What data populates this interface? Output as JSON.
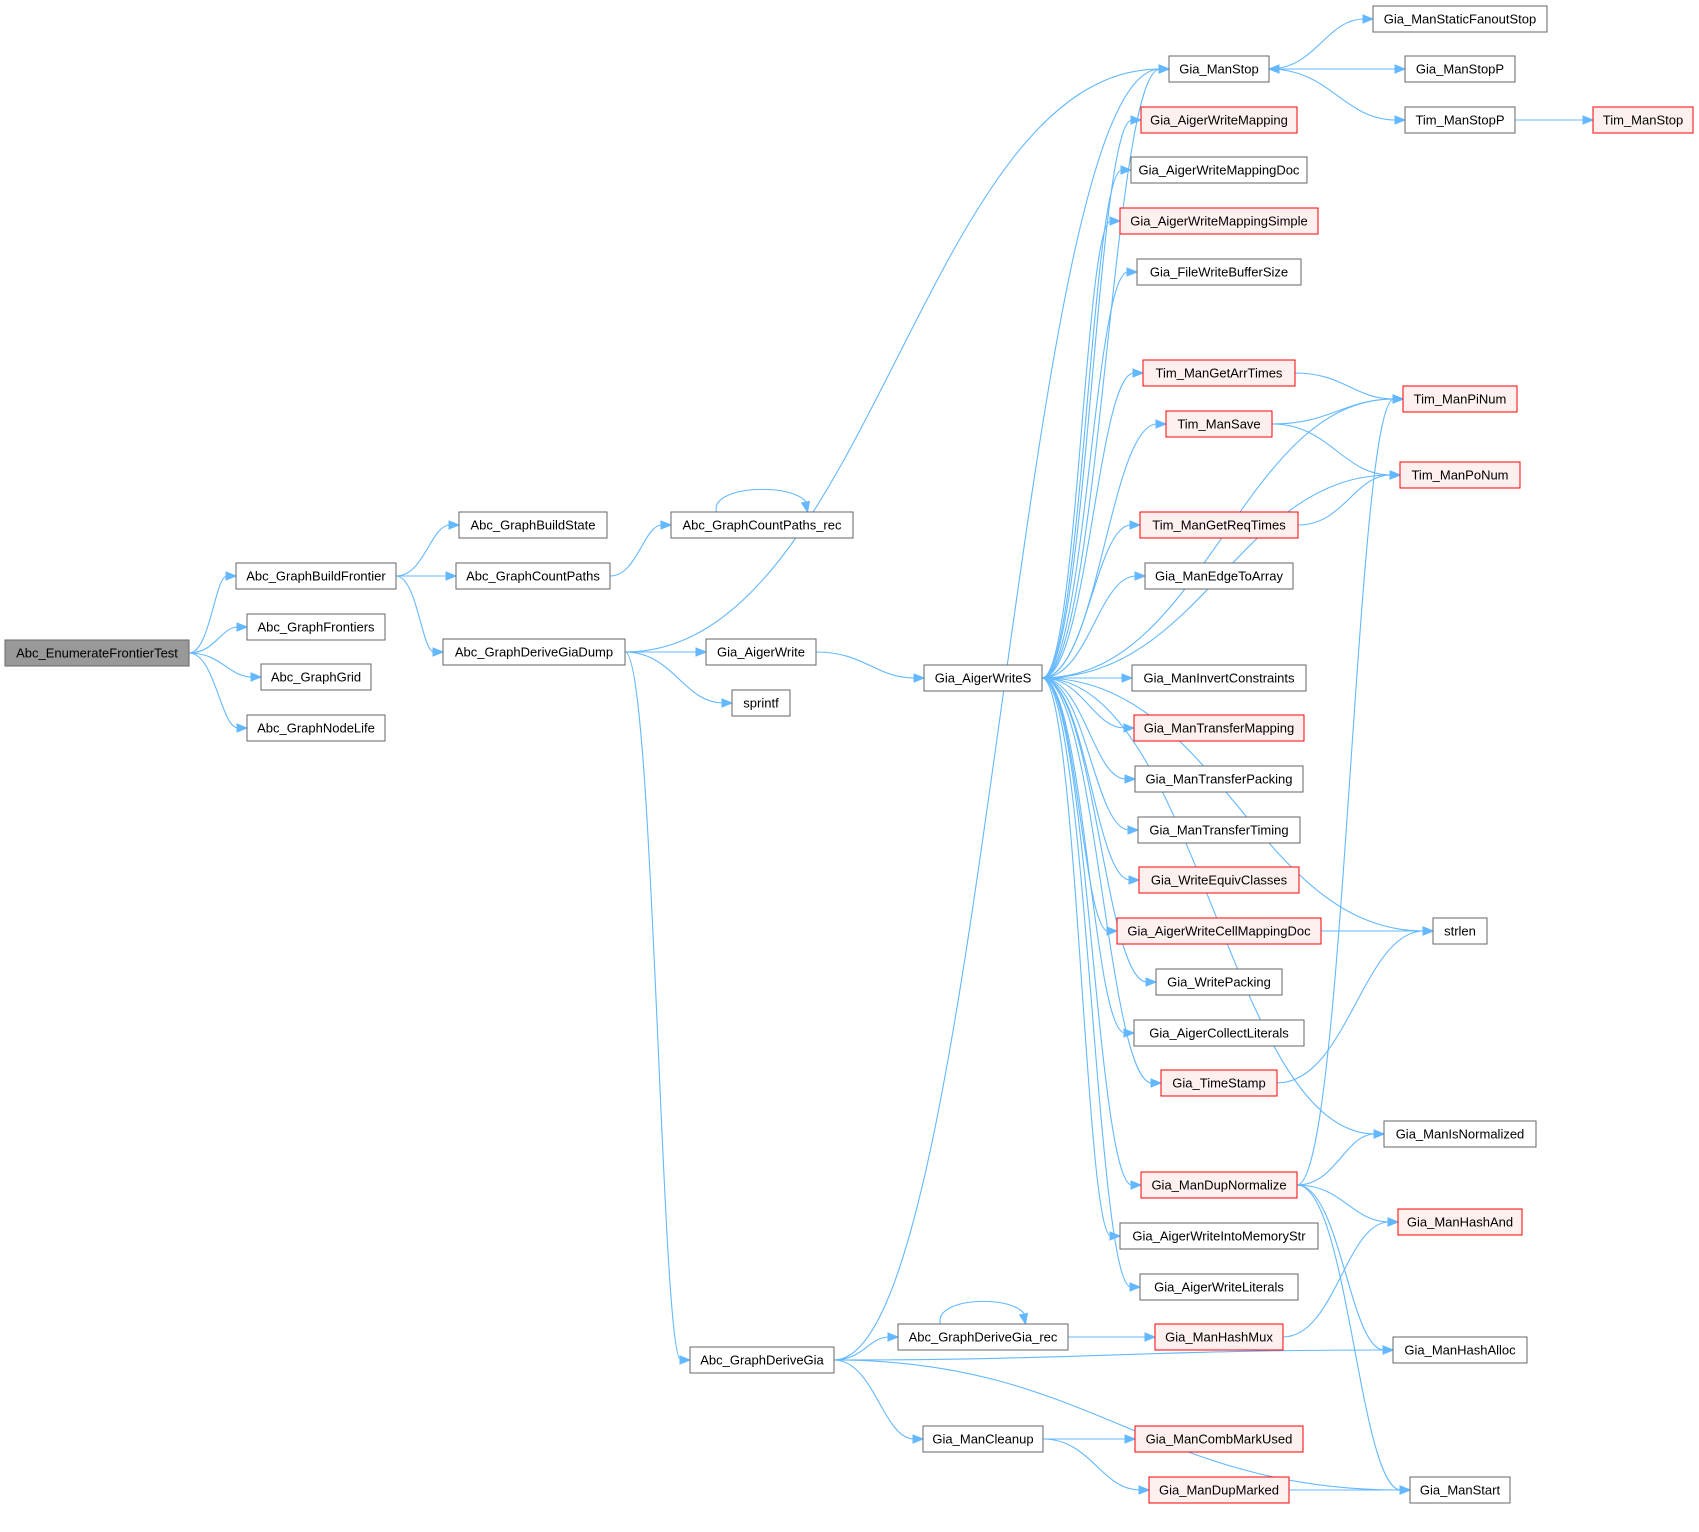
{
  "colors": {
    "edge": "#63b8ff",
    "node_border": "#666666",
    "node_border_red": "#ff0000",
    "node_fill": "#ffffff",
    "node_fill_red": "#fff0f0",
    "root_fill": "#999999",
    "root_border": "#666666"
  },
  "nodes": [
    {
      "id": "Abc_EnumerateFrontierTest",
      "label": "Abc_EnumerateFrontierTest",
      "style": "root"
    },
    {
      "id": "Abc_GraphBuildFrontier",
      "label": "Abc_GraphBuildFrontier",
      "style": "normal"
    },
    {
      "id": "Abc_GraphFrontiers",
      "label": "Abc_GraphFrontiers",
      "style": "normal"
    },
    {
      "id": "Abc_GraphGrid",
      "label": "Abc_GraphGrid",
      "style": "normal"
    },
    {
      "id": "Abc_GraphNodeLife",
      "label": "Abc_GraphNodeLife",
      "style": "normal"
    },
    {
      "id": "Abc_GraphBuildState",
      "label": "Abc_GraphBuildState",
      "style": "normal"
    },
    {
      "id": "Abc_GraphCountPaths",
      "label": "Abc_GraphCountPaths",
      "style": "normal"
    },
    {
      "id": "Abc_GraphDeriveGiaDump",
      "label": "Abc_GraphDeriveGiaDump",
      "style": "normal"
    },
    {
      "id": "Abc_GraphCountPaths_rec",
      "label": "Abc_GraphCountPaths_rec",
      "style": "normal"
    },
    {
      "id": "Gia_AigerWrite",
      "label": "Gia_AigerWrite",
      "style": "normal"
    },
    {
      "id": "sprintf",
      "label": "sprintf",
      "style": "normal"
    },
    {
      "id": "Abc_GraphDeriveGia",
      "label": "Abc_GraphDeriveGia",
      "style": "normal"
    },
    {
      "id": "Gia_AigerWriteS",
      "label": "Gia_AigerWriteS",
      "style": "normal"
    },
    {
      "id": "Gia_ManStop",
      "label": "Gia_ManStop",
      "style": "normal"
    },
    {
      "id": "Gia_ManStaticFanoutStop",
      "label": "Gia_ManStaticFanoutStop",
      "style": "normal"
    },
    {
      "id": "Gia_ManStopP",
      "label": "Gia_ManStopP",
      "style": "normal"
    },
    {
      "id": "Tim_ManStopP",
      "label": "Tim_ManStopP",
      "style": "normal"
    },
    {
      "id": "Tim_ManStop",
      "label": "Tim_ManStop",
      "style": "red"
    },
    {
      "id": "Gia_AigerWriteMapping",
      "label": "Gia_AigerWriteMapping",
      "style": "red"
    },
    {
      "id": "Gia_AigerWriteMappingDoc",
      "label": "Gia_AigerWriteMappingDoc",
      "style": "normal"
    },
    {
      "id": "Gia_AigerWriteMappingSimple",
      "label": "Gia_AigerWriteMappingSimple",
      "style": "red"
    },
    {
      "id": "Gia_FileWriteBufferSize",
      "label": "Gia_FileWriteBufferSize",
      "style": "normal"
    },
    {
      "id": "Tim_ManGetArrTimes",
      "label": "Tim_ManGetArrTimes",
      "style": "red"
    },
    {
      "id": "Tim_ManSave",
      "label": "Tim_ManSave",
      "style": "red"
    },
    {
      "id": "Tim_ManPiNum",
      "label": "Tim_ManPiNum",
      "style": "red"
    },
    {
      "id": "Tim_ManPoNum",
      "label": "Tim_ManPoNum",
      "style": "red"
    },
    {
      "id": "Tim_ManGetReqTimes",
      "label": "Tim_ManGetReqTimes",
      "style": "red"
    },
    {
      "id": "Gia_ManEdgeToArray",
      "label": "Gia_ManEdgeToArray",
      "style": "normal"
    },
    {
      "id": "Gia_ManInvertConstraints",
      "label": "Gia_ManInvertConstraints",
      "style": "normal"
    },
    {
      "id": "Gia_ManTransferMapping",
      "label": "Gia_ManTransferMapping",
      "style": "red"
    },
    {
      "id": "Gia_ManTransferPacking",
      "label": "Gia_ManTransferPacking",
      "style": "normal"
    },
    {
      "id": "Gia_ManTransferTiming",
      "label": "Gia_ManTransferTiming",
      "style": "normal"
    },
    {
      "id": "Gia_WriteEquivClasses",
      "label": "Gia_WriteEquivClasses",
      "style": "red"
    },
    {
      "id": "Gia_AigerWriteCellMappingDoc",
      "label": "Gia_AigerWriteCellMappingDoc",
      "style": "red"
    },
    {
      "id": "strlen",
      "label": "strlen",
      "style": "normal"
    },
    {
      "id": "Gia_WritePacking",
      "label": "Gia_WritePacking",
      "style": "normal"
    },
    {
      "id": "Gia_AigerCollectLiterals",
      "label": "Gia_AigerCollectLiterals",
      "style": "normal"
    },
    {
      "id": "Gia_TimeStamp",
      "label": "Gia_TimeStamp",
      "style": "red"
    },
    {
      "id": "Gia_ManIsNormalized",
      "label": "Gia_ManIsNormalized",
      "style": "normal"
    },
    {
      "id": "Gia_ManDupNormalize",
      "label": "Gia_ManDupNormalize",
      "style": "red"
    },
    {
      "id": "Gia_ManHashAnd",
      "label": "Gia_ManHashAnd",
      "style": "red"
    },
    {
      "id": "Gia_AigerWriteIntoMemoryStr",
      "label": "Gia_AigerWriteIntoMemoryStr",
      "style": "normal"
    },
    {
      "id": "Gia_AigerWriteLiterals",
      "label": "Gia_AigerWriteLiterals",
      "style": "normal"
    },
    {
      "id": "Abc_GraphDeriveGia_rec",
      "label": "Abc_GraphDeriveGia_rec",
      "style": "normal"
    },
    {
      "id": "Gia_ManHashMux",
      "label": "Gia_ManHashMux",
      "style": "red"
    },
    {
      "id": "Gia_ManHashAlloc",
      "label": "Gia_ManHashAlloc",
      "style": "normal"
    },
    {
      "id": "Gia_ManCleanup",
      "label": "Gia_ManCleanup",
      "style": "normal"
    },
    {
      "id": "Gia_ManCombMarkUsed",
      "label": "Gia_ManCombMarkUsed",
      "style": "red"
    },
    {
      "id": "Gia_ManDupMarked",
      "label": "Gia_ManDupMarked",
      "style": "red"
    },
    {
      "id": "Gia_ManStart",
      "label": "Gia_ManStart",
      "style": "normal"
    }
  ],
  "edges": [
    [
      "Abc_EnumerateFrontierTest",
      "Abc_GraphBuildFrontier"
    ],
    [
      "Abc_EnumerateFrontierTest",
      "Abc_GraphFrontiers"
    ],
    [
      "Abc_EnumerateFrontierTest",
      "Abc_GraphGrid"
    ],
    [
      "Abc_EnumerateFrontierTest",
      "Abc_GraphNodeLife"
    ],
    [
      "Abc_GraphBuildFrontier",
      "Abc_GraphBuildState"
    ],
    [
      "Abc_GraphBuildFrontier",
      "Abc_GraphCountPaths"
    ],
    [
      "Abc_GraphBuildFrontier",
      "Abc_GraphDeriveGiaDump"
    ],
    [
      "Abc_GraphCountPaths",
      "Abc_GraphCountPaths_rec"
    ],
    [
      "Abc_GraphCountPaths_rec",
      "Abc_GraphCountPaths_rec"
    ],
    [
      "Abc_GraphDeriveGiaDump",
      "Gia_AigerWrite"
    ],
    [
      "Abc_GraphDeriveGiaDump",
      "sprintf"
    ],
    [
      "Abc_GraphDeriveGiaDump",
      "Abc_GraphDeriveGia"
    ],
    [
      "Abc_GraphDeriveGiaDump",
      "Gia_ManStop"
    ],
    [
      "Gia_AigerWrite",
      "Gia_AigerWriteS"
    ],
    [
      "Abc_GraphDeriveGia",
      "Gia_ManStop"
    ],
    [
      "Abc_GraphDeriveGia",
      "Abc_GraphDeriveGia_rec"
    ],
    [
      "Abc_GraphDeriveGia",
      "Gia_ManHashAlloc"
    ],
    [
      "Abc_GraphDeriveGia",
      "Gia_ManCleanup"
    ],
    [
      "Abc_GraphDeriveGia",
      "Gia_ManStart"
    ],
    [
      "Abc_GraphDeriveGia_rec",
      "Abc_GraphDeriveGia_rec"
    ],
    [
      "Abc_GraphDeriveGia_rec",
      "Gia_ManHashMux"
    ],
    [
      "Gia_ManHashMux",
      "Gia_ManHashAnd"
    ],
    [
      "Gia_ManCleanup",
      "Gia_ManCombMarkUsed"
    ],
    [
      "Gia_ManCleanup",
      "Gia_ManDupMarked"
    ],
    [
      "Gia_ManDupMarked",
      "Gia_ManStart"
    ],
    [
      "Gia_AigerWriteS",
      "Gia_ManStop"
    ],
    [
      "Gia_AigerWriteS",
      "Gia_AigerWriteMapping"
    ],
    [
      "Gia_AigerWriteS",
      "Gia_AigerWriteMappingDoc"
    ],
    [
      "Gia_AigerWriteS",
      "Gia_AigerWriteMappingSimple"
    ],
    [
      "Gia_AigerWriteS",
      "Gia_FileWriteBufferSize"
    ],
    [
      "Gia_AigerWriteS",
      "Tim_ManGetArrTimes"
    ],
    [
      "Gia_AigerWriteS",
      "Tim_ManSave"
    ],
    [
      "Gia_AigerWriteS",
      "Tim_ManPiNum"
    ],
    [
      "Gia_AigerWriteS",
      "Tim_ManPoNum"
    ],
    [
      "Gia_AigerWriteS",
      "Tim_ManGetReqTimes"
    ],
    [
      "Gia_AigerWriteS",
      "Gia_ManEdgeToArray"
    ],
    [
      "Gia_AigerWriteS",
      "strlen"
    ],
    [
      "Gia_AigerWriteS",
      "Gia_ManInvertConstraints"
    ],
    [
      "Gia_AigerWriteS",
      "Gia_ManTransferMapping"
    ],
    [
      "Gia_AigerWriteS",
      "Gia_ManTransferPacking"
    ],
    [
      "Gia_AigerWriteS",
      "Gia_ManTransferTiming"
    ],
    [
      "Gia_AigerWriteS",
      "Gia_WriteEquivClasses"
    ],
    [
      "Gia_AigerWriteS",
      "Gia_AigerWriteCellMappingDoc"
    ],
    [
      "Gia_AigerWriteS",
      "Gia_WritePacking"
    ],
    [
      "Gia_AigerWriteS",
      "Gia_AigerCollectLiterals"
    ],
    [
      "Gia_AigerWriteS",
      "Gia_TimeStamp"
    ],
    [
      "Gia_AigerWriteS",
      "Gia_ManIsNormalized"
    ],
    [
      "Gia_AigerWriteS",
      "Gia_ManDupNormalize"
    ],
    [
      "Gia_AigerWriteS",
      "Gia_AigerWriteIntoMemoryStr"
    ],
    [
      "Gia_AigerWriteS",
      "Gia_AigerWriteLiterals"
    ],
    [
      "Gia_ManStop",
      "Gia_ManStaticFanoutStop"
    ],
    [
      "Gia_ManStop",
      "Gia_ManStopP"
    ],
    [
      "Gia_ManStopP",
      "Gia_ManStop"
    ],
    [
      "Gia_ManStop",
      "Tim_ManStopP"
    ],
    [
      "Tim_ManStopP",
      "Tim_ManStop"
    ],
    [
      "Tim_ManGetArrTimes",
      "Tim_ManPiNum"
    ],
    [
      "Tim_ManSave",
      "Tim_ManPiNum"
    ],
    [
      "Tim_ManSave",
      "Tim_ManPoNum"
    ],
    [
      "Tim_ManGetReqTimes",
      "Tim_ManPoNum"
    ],
    [
      "Gia_AigerWriteCellMappingDoc",
      "strlen"
    ],
    [
      "Gia_TimeStamp",
      "strlen"
    ],
    [
      "Gia_ManDupNormalize",
      "Tim_ManPiNum"
    ],
    [
      "Gia_ManDupNormalize",
      "Gia_ManIsNormalized"
    ],
    [
      "Gia_ManDupNormalize",
      "Gia_ManHashAnd"
    ],
    [
      "Gia_ManDupNormalize",
      "Gia_ManHashAlloc"
    ],
    [
      "Gia_ManDupNormalize",
      "Gia_ManStart"
    ]
  ]
}
